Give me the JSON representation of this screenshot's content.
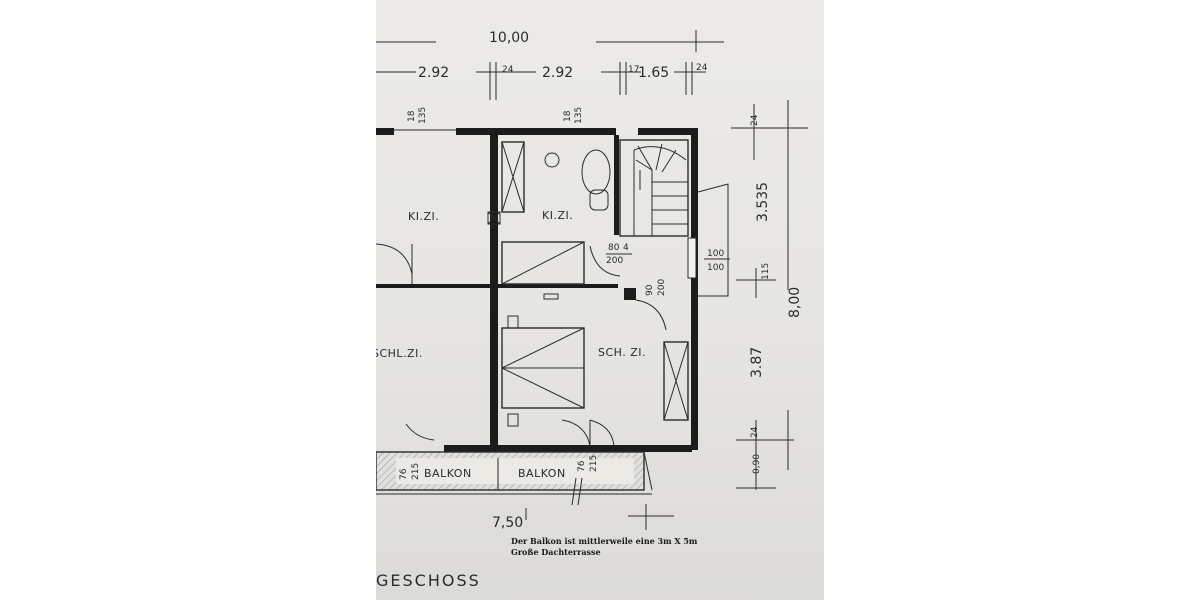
{
  "dimensions": {
    "total_width": "10,00",
    "segment_a": "2.92",
    "segment_b": "24",
    "segment_c": "2.92",
    "segment_d": "17",
    "segment_e": "1.65",
    "segment_f": "24",
    "small_left_top": "18",
    "small_left_bot": "135",
    "small_mid_top": "18",
    "small_mid_bot": "135",
    "right_top": "24",
    "right_upper": "3.535",
    "right_total": "8,00",
    "right_mid_small": "115",
    "right_lower": "3.87",
    "right_low_small": "24",
    "right_bottom": "0,90",
    "bottom_width": "7,50",
    "door_a_top": "80",
    "door_a_top_b": "4",
    "door_a_bot": "200",
    "door_b_top": "90",
    "door_b_bot": "200",
    "window_top": "100",
    "window_bot": "100",
    "balk_dim_1": "76",
    "balk_dim_2": "215",
    "balk_dim_3": "76",
    "balk_dim_4": "215"
  },
  "rooms": {
    "kizi_left": "KI.ZI.",
    "kizi_mid": "KI.ZI.",
    "schlzi_left": "SCHL.ZI.",
    "schzi": "SCH. ZI.",
    "balkon_1": "BALKON",
    "balkon_2": "BALKON"
  },
  "floor_label": "GESCHOSS",
  "note": {
    "line1": "Der Balkon ist mittlerweile eine 3m X 5m",
    "line2": "Große Dachterrasse"
  }
}
